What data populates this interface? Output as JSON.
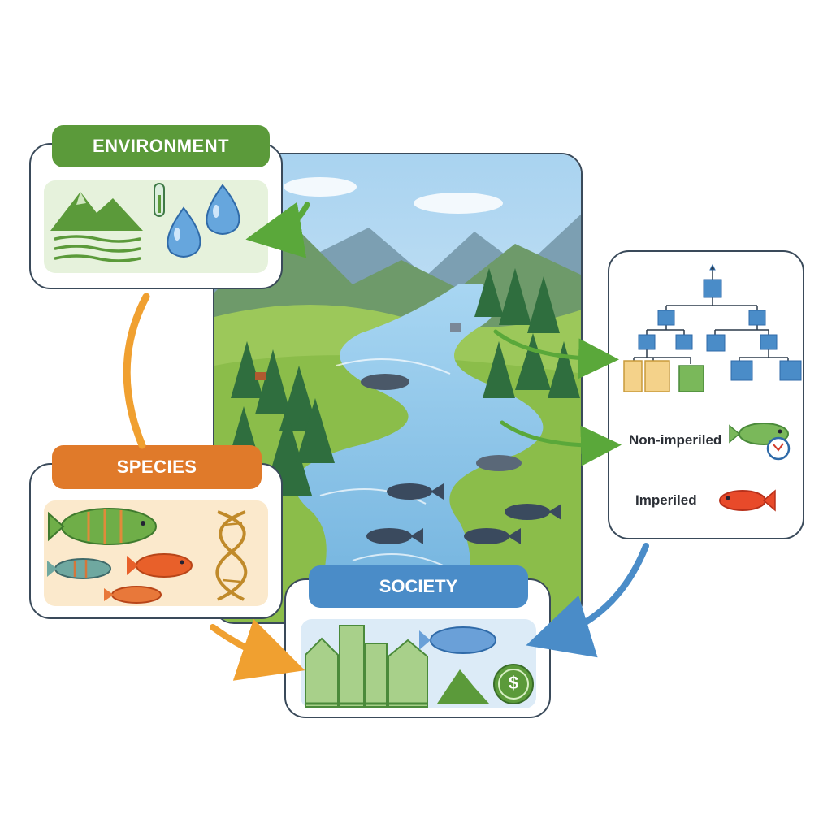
{
  "environment": {
    "title": "ENVIRONMENT"
  },
  "species": {
    "title": "SPECIES"
  },
  "society": {
    "title": "SOCIETY",
    "currency_symbol": "$"
  },
  "classification": {
    "non_imperiled_label": "Non-imperiled",
    "imperiled_label": "Imperiled"
  },
  "colors": {
    "environment_green": "#5b9a3a",
    "species_orange": "#e07a2a",
    "society_blue": "#4a8cc8",
    "river_blue": "#8ec4e6",
    "arrow_orange": "#f0a030",
    "arrow_green": "#5aa83a",
    "arrow_blue": "#4a8cc8"
  }
}
